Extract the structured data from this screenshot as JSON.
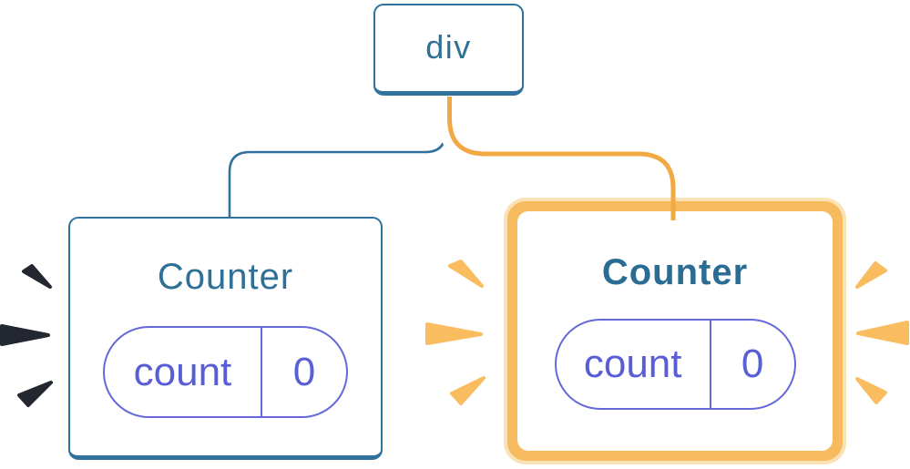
{
  "diagram": {
    "type": "react-component-tree",
    "root": {
      "label": "div"
    },
    "children": [
      {
        "title": "Counter",
        "highlighted": false,
        "state": {
          "key": "count",
          "value": "0"
        }
      },
      {
        "title": "Counter",
        "highlighted": true,
        "state": {
          "key": "count",
          "value": "0"
        }
      }
    ]
  },
  "colors": {
    "box_border_blue": "#31719E",
    "title_blue": "#2F7096",
    "pill_purple_border": "#6468D8",
    "pill_purple_text": "#5A5ED6",
    "highlight_orange_ring": "#F7BA5E",
    "highlight_orange_pale": "#FBE2B6",
    "connector_orange_core": "#F2A843",
    "spark_dark": "#23272F",
    "spark_orange": "#F9BD60",
    "background": "#FFFFFF"
  }
}
